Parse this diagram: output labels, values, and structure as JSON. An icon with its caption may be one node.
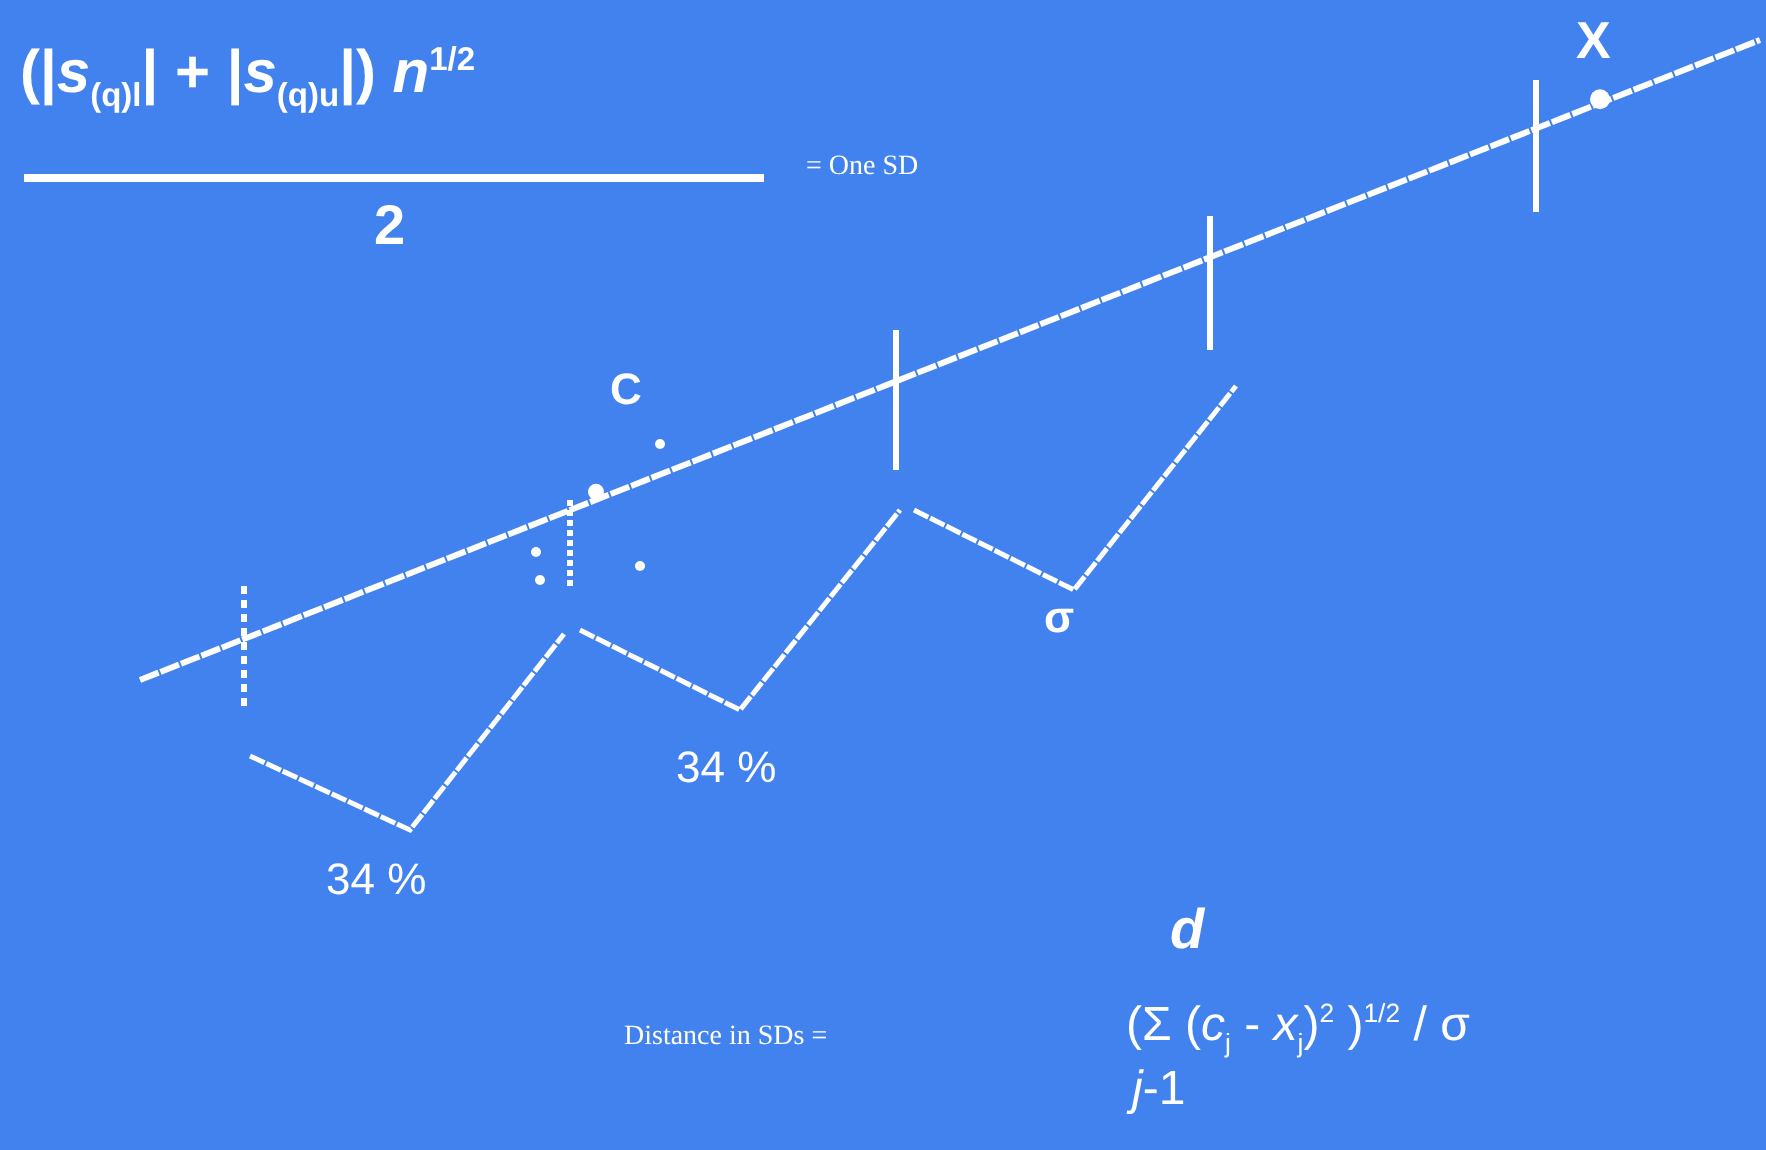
{
  "diagram": {
    "labels": [
      "X",
      "(|*s*$_{(q)l}$| + |*s*$_{(q)u}$|) *n*$^{1/2}$",
      "= One SD",
      "2",
      "C",
      "σ",
      "34 %",
      "34 %",
      "*d*",
      "Distance in SDs =",
      "(Σ (*c*$_{j}$ - *x*$_{j}$)$^{2}$ )$^{1/2}$ / σ",
      "*j*-1"
    ]
  }
}
